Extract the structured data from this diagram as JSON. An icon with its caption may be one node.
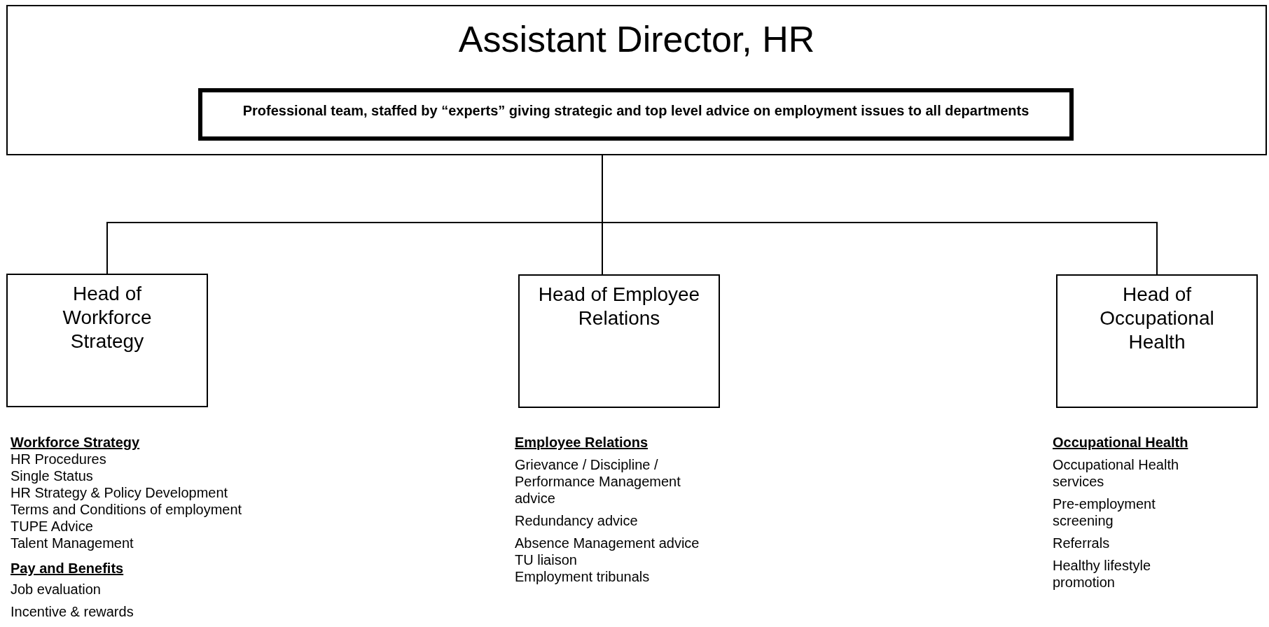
{
  "diagram": {
    "nodes": [
      {
        "text": [
          "Assistant Director, HR"
        ]
      },
      {
        "text": [
          "Professional team, staffed by “experts” giving strategic and top level advice on employment issues to all departments"
        ],
        "in": 0
      },
      {
        "text": [
          "Head of Workforce Strategy"
        ]
      },
      {
        "text": [
          "Head of Employee Relations"
        ]
      },
      {
        "text": [
          "Head of Occupational Health"
        ]
      }
    ],
    "edges": [
      {
        "from": 0,
        "to": 2,
        "arrow": "none"
      },
      {
        "from": 0,
        "to": 3,
        "arrow": "none"
      },
      {
        "from": 0,
        "to": 4,
        "arrow": "none"
      }
    ],
    "labels": [
      "Workforce Strategy",
      "HR Procedures",
      "Single Status",
      "HR Strategy & Policy Development",
      "Terms and Conditions of employment",
      "TUPE Advice",
      "Talent Management",
      "Pay and Benefits",
      "Job evaluation",
      "Incentive & rewards",
      "Employee Relations",
      "Grievance / Discipline / Performance Management advice",
      "Redundancy advice",
      "Absence Management advice",
      "TU liaison",
      "Employment tribunals",
      "Occupational Health",
      "Occupational Health services",
      "Pre-employment screening",
      "Referrals",
      "Healthy lifestyle promotion"
    ]
  }
}
